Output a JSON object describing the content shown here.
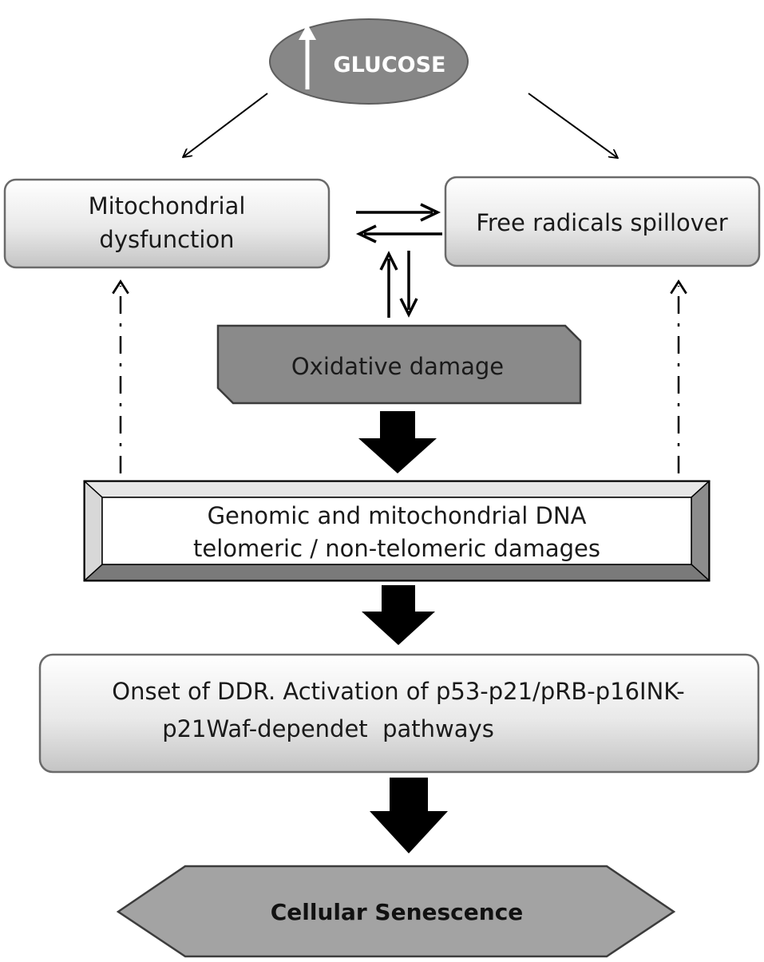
{
  "nodes": {
    "glucose": {
      "label": "GLUCOSE",
      "indicator_icon": "up-arrow-icon"
    },
    "mitochondrial_dysfunction": {
      "lines": [
        "Mitochondrial",
        "dysfunction"
      ]
    },
    "free_radicals": {
      "label": "Free radicals spillover"
    },
    "oxidative_damage": {
      "label": "Oxidative damage"
    },
    "dna_damage": {
      "lines": [
        "Genomic and mitochondrial DNA",
        "telomeric / non-telomeric damages"
      ]
    },
    "ddr_onset": {
      "lines": [
        "Onset of DDR. Activation of p53-p21/pRB-p16INK-",
        "p21Waf-dependet  pathways"
      ]
    },
    "senescence": {
      "label": "Cellular Senescence"
    }
  },
  "colors": {
    "glucose_fill": "#888888",
    "oxidative_fill": "#8c8c8c",
    "senescence_fill": "#a3a3a3",
    "box_gradient_top": "#ffffff",
    "box_gradient_bottom": "#c9c9c9",
    "outline": "#555555",
    "arrow": "#000000"
  }
}
